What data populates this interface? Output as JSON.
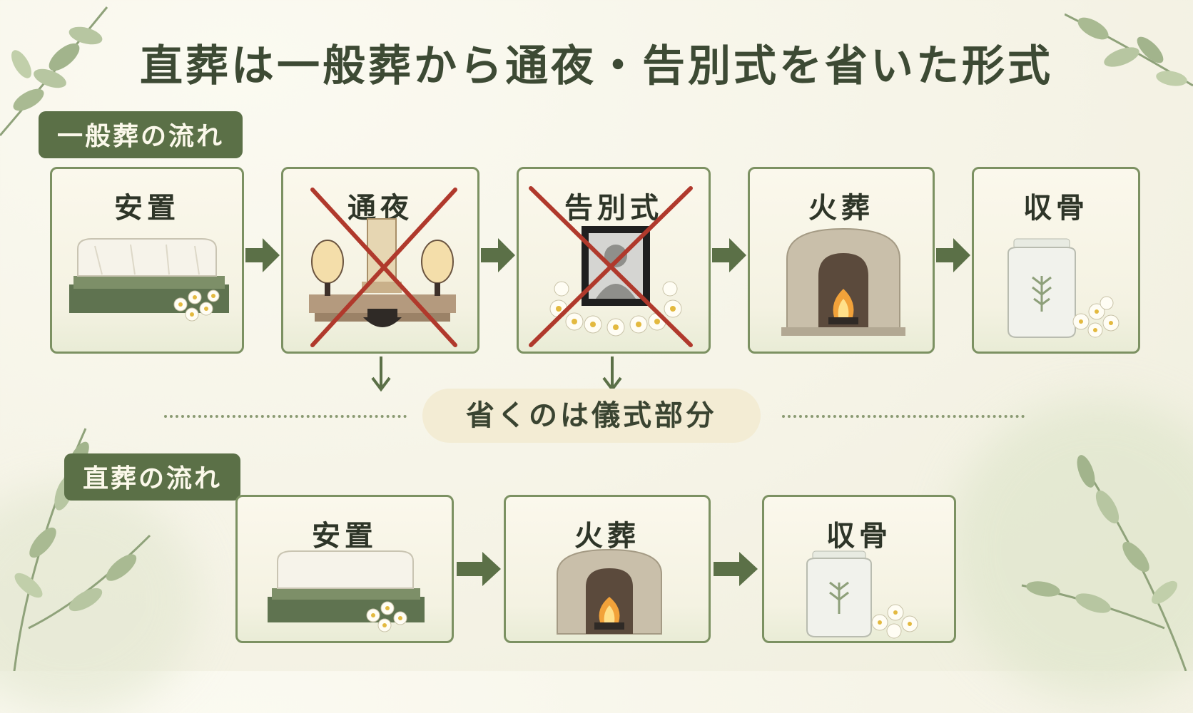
{
  "title": "直葬は一般葬から通夜・告別式を省いた形式",
  "general_flow": {
    "label": "一般葬の流れ",
    "steps": [
      {
        "label": "安置",
        "omitted": false,
        "icon": "coffin-icon"
      },
      {
        "label": "通夜",
        "omitted": true,
        "icon": "altar-lanterns-icon"
      },
      {
        "label": "告別式",
        "omitted": true,
        "icon": "portrait-flowers-icon"
      },
      {
        "label": "火葬",
        "omitted": false,
        "icon": "furnace-icon"
      },
      {
        "label": "収骨",
        "omitted": false,
        "icon": "urn-icon"
      }
    ]
  },
  "note": "省くのは儀式部分",
  "direct_flow": {
    "label": "直葬の流れ",
    "steps": [
      {
        "label": "安置",
        "icon": "coffin-icon"
      },
      {
        "label": "火葬",
        "icon": "furnace-icon"
      },
      {
        "label": "収骨",
        "icon": "urn-icon"
      }
    ]
  },
  "colors": {
    "accent_green": "#5b7047",
    "card_border": "#7c9162",
    "cross_red": "#b0392c",
    "pill_bg": "#f3ecd4"
  }
}
